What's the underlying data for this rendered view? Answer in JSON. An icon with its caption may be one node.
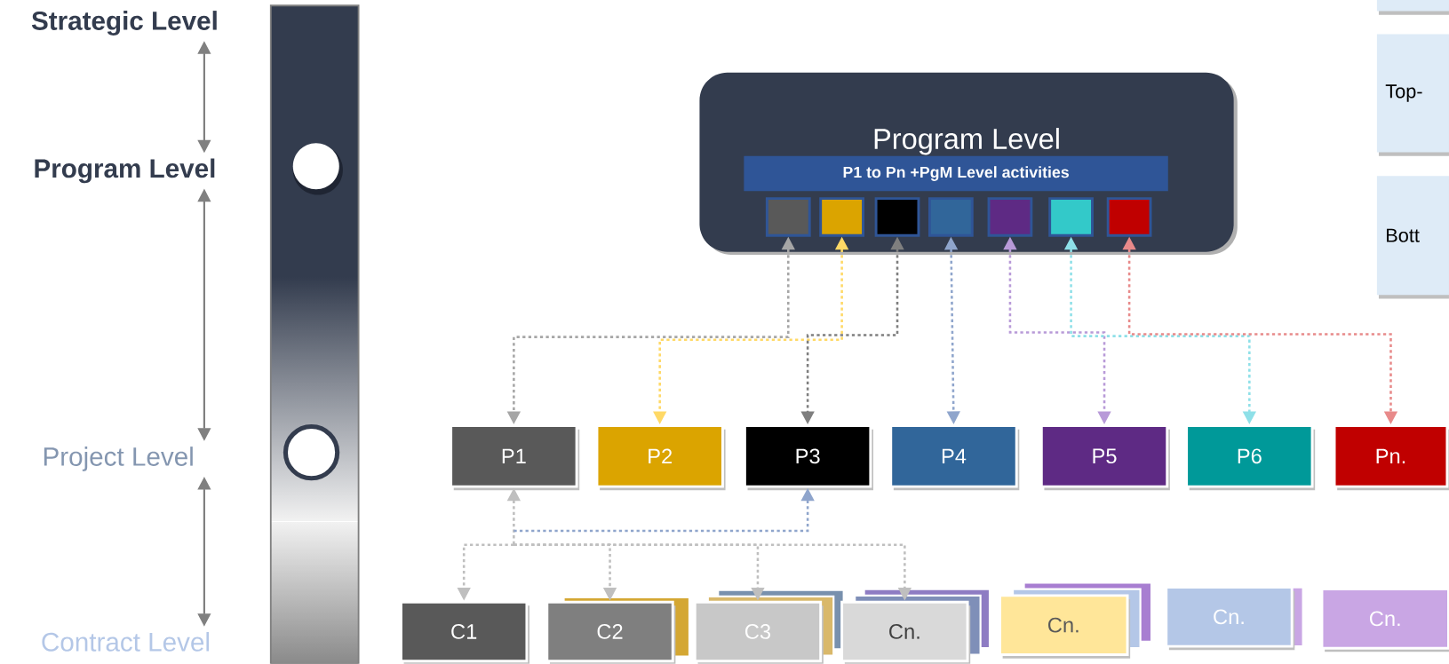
{
  "diagram": {
    "nodes": [
      {
        "text": [
          "Strategic Level"
        ]
      },
      {
        "text": [
          "Program Level"
        ]
      },
      {
        "text": [
          "Project Level"
        ]
      },
      {
        "text": [
          "Contract Level"
        ]
      },
      {
        "text": [
          "Program Level"
        ]
      },
      {
        "text": [
          "P1 to Pn +PgM Level activities"
        ],
        "in": 4
      },
      {
        "text": [],
        "shape": "box",
        "in": 4
      },
      {
        "text": [],
        "shape": "box",
        "in": 4
      },
      {
        "text": [],
        "shape": "box",
        "in": 4
      },
      {
        "text": [],
        "shape": "box",
        "in": 4
      },
      {
        "text": [],
        "shape": "box",
        "in": 4
      },
      {
        "text": [],
        "shape": "box",
        "in": 4
      },
      {
        "text": [],
        "shape": "box",
        "in": 4
      },
      {
        "text": [
          "P1"
        ]
      },
      {
        "text": [
          "P2"
        ]
      },
      {
        "text": [
          "P3"
        ]
      },
      {
        "text": [
          "P4"
        ]
      },
      {
        "text": [
          "P5"
        ]
      },
      {
        "text": [
          "P6"
        ]
      },
      {
        "text": [
          "Pn."
        ]
      },
      {
        "text": [
          "C1"
        ]
      },
      {
        "text": [
          "C2"
        ]
      },
      {
        "text": [
          "C3"
        ]
      },
      {
        "text": [
          "Cn."
        ]
      },
      {
        "text": [
          "Cn."
        ]
      },
      {
        "text": [
          "Cn."
        ]
      },
      {
        "text": [
          "Cn."
        ]
      },
      {
        "text": [],
        "shape": "box"
      },
      {
        "text": [
          "Top-"
        ]
      },
      {
        "text": [
          "Bott"
        ]
      }
    ],
    "edges": [
      {
        "from": 0,
        "to": 1,
        "arrow": "both",
        "color": "#808080"
      },
      {
        "from": 1,
        "to": 2,
        "arrow": "both",
        "color": "#808080"
      },
      {
        "from": 2,
        "to": 3,
        "arrow": "both",
        "color": "#808080"
      },
      {
        "from": 6,
        "to": 13,
        "arrow": "both",
        "style": "dashed",
        "color": "#a6a6a6"
      },
      {
        "from": 7,
        "to": 14,
        "arrow": "both",
        "style": "dashed",
        "color": "#ffd966"
      },
      {
        "from": 8,
        "to": 15,
        "arrow": "both",
        "style": "dashed",
        "color": "#7f7f7f"
      },
      {
        "from": 9,
        "to": 16,
        "arrow": "both",
        "style": "dashed",
        "color": "#8fa5cc"
      },
      {
        "from": 10,
        "to": 17,
        "arrow": "both",
        "style": "dashed",
        "color": "#b89ad8"
      },
      {
        "from": 11,
        "to": 18,
        "arrow": "both",
        "style": "dashed",
        "color": "#8ee0e8"
      },
      {
        "from": 12,
        "to": 19,
        "arrow": "both",
        "style": "dashed",
        "color": "#e88a8a"
      },
      {
        "from": 13,
        "to": 20,
        "arrow": "both",
        "style": "dashed",
        "color": "#bfbfbf"
      },
      {
        "from": 13,
        "to": 21,
        "arrow": "both",
        "style": "dashed",
        "color": "#bfbfbf"
      },
      {
        "from": 13,
        "to": 22,
        "arrow": "both",
        "style": "dashed",
        "color": "#bfbfbf"
      },
      {
        "from": 13,
        "to": 23,
        "arrow": "both",
        "style": "dashed",
        "color": "#bfbfbf"
      },
      {
        "from": 13,
        "to": 15,
        "arrow": "to",
        "style": "dashed",
        "color": "#8fa5cc"
      }
    ]
  }
}
